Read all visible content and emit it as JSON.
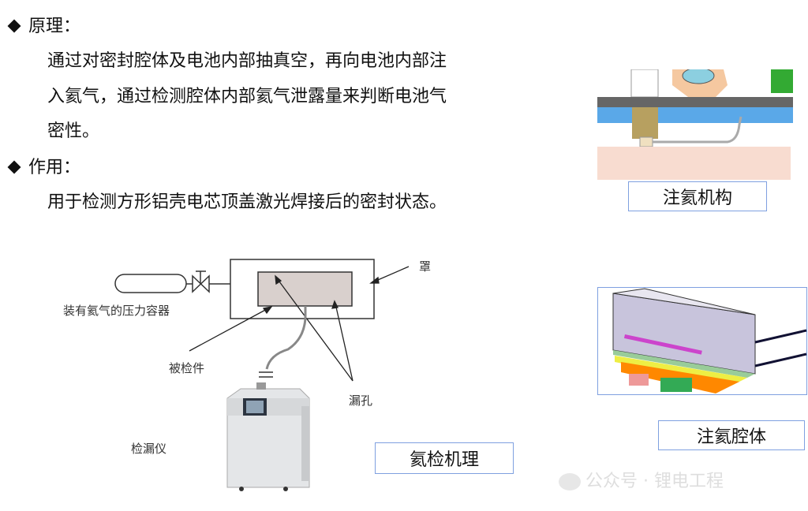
{
  "principle": {
    "title": "原理：",
    "lines": [
      "通过对密封腔体及电池内部抽真空，再向电池内部注",
      "入氦气，通过检测腔体内部氦气泄露量来判断电池气",
      "密性。"
    ]
  },
  "function": {
    "title": "作用：",
    "lines": [
      "用于检测方形铝壳电芯顶盖激光焊接后的密封状态。"
    ]
  },
  "diagram": {
    "labels": {
      "vessel": "装有氦气的压力容器",
      "cover": "罩",
      "test_piece": "被检件",
      "leak_hole": "漏孔",
      "detector": "检漏仪"
    },
    "caption": "氦检机理"
  },
  "right": {
    "injection_caption": "注氦机构",
    "cavity_caption": "注氦腔体"
  },
  "watermark": {
    "text": "公众号 · 锂电工程"
  }
}
